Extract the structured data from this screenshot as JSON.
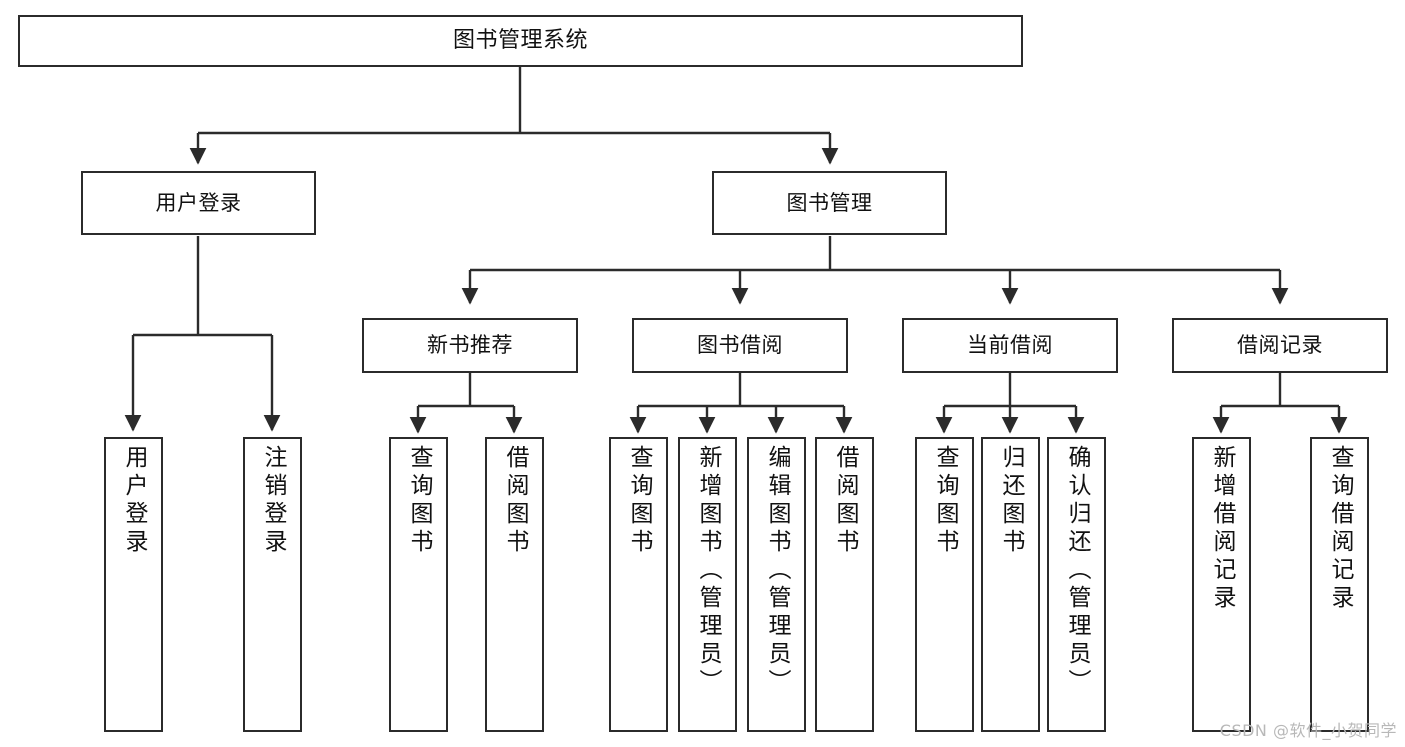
{
  "diagram": {
    "title": "图书管理系统",
    "type": "tree",
    "orientation": "top-down",
    "colors": {
      "stroke": "#2b2b2b",
      "fill": "#ffffff",
      "text": "#111111",
      "watermark": "#b8b8b8"
    },
    "nodes": {
      "root": {
        "label": "图书管理系统"
      },
      "level2": [
        {
          "id": "user-login",
          "label": "用户登录"
        },
        {
          "id": "book-manage",
          "label": "图书管理"
        }
      ],
      "level3": [
        {
          "id": "new-book-rec",
          "label": "新书推荐"
        },
        {
          "id": "book-borrow",
          "label": "图书借阅"
        },
        {
          "id": "current-borrow",
          "label": "当前借阅"
        },
        {
          "id": "borrow-record",
          "label": "借阅记录"
        }
      ],
      "leaves": [
        {
          "id": "leaf-user-login",
          "parent": "user-login",
          "label": "用户登录"
        },
        {
          "id": "leaf-user-logout",
          "parent": "user-login",
          "label": "注销登录"
        },
        {
          "id": "leaf-query-book-1",
          "parent": "new-book-rec",
          "label": "查询图书"
        },
        {
          "id": "leaf-borrow-book-1",
          "parent": "new-book-rec",
          "label": "借阅图书"
        },
        {
          "id": "leaf-query-book-2",
          "parent": "book-borrow",
          "label": "查询图书"
        },
        {
          "id": "leaf-add-book",
          "parent": "book-borrow",
          "label": "新增图书（管理员）"
        },
        {
          "id": "leaf-edit-book",
          "parent": "book-borrow",
          "label": "编辑图书（管理员）"
        },
        {
          "id": "leaf-borrow-book-2",
          "parent": "book-borrow",
          "label": "借阅图书"
        },
        {
          "id": "leaf-query-book-3",
          "parent": "current-borrow",
          "label": "查询图书"
        },
        {
          "id": "leaf-return-book",
          "parent": "current-borrow",
          "label": "归还图书"
        },
        {
          "id": "leaf-confirm-return",
          "parent": "current-borrow",
          "label": "确认归还（管理员）"
        },
        {
          "id": "leaf-add-record",
          "parent": "borrow-record",
          "label": "新增借阅记录"
        },
        {
          "id": "leaf-query-record",
          "parent": "borrow-record",
          "label": "查询借阅记录"
        }
      ]
    },
    "watermark": "CSDN @软件_小贺同学"
  }
}
